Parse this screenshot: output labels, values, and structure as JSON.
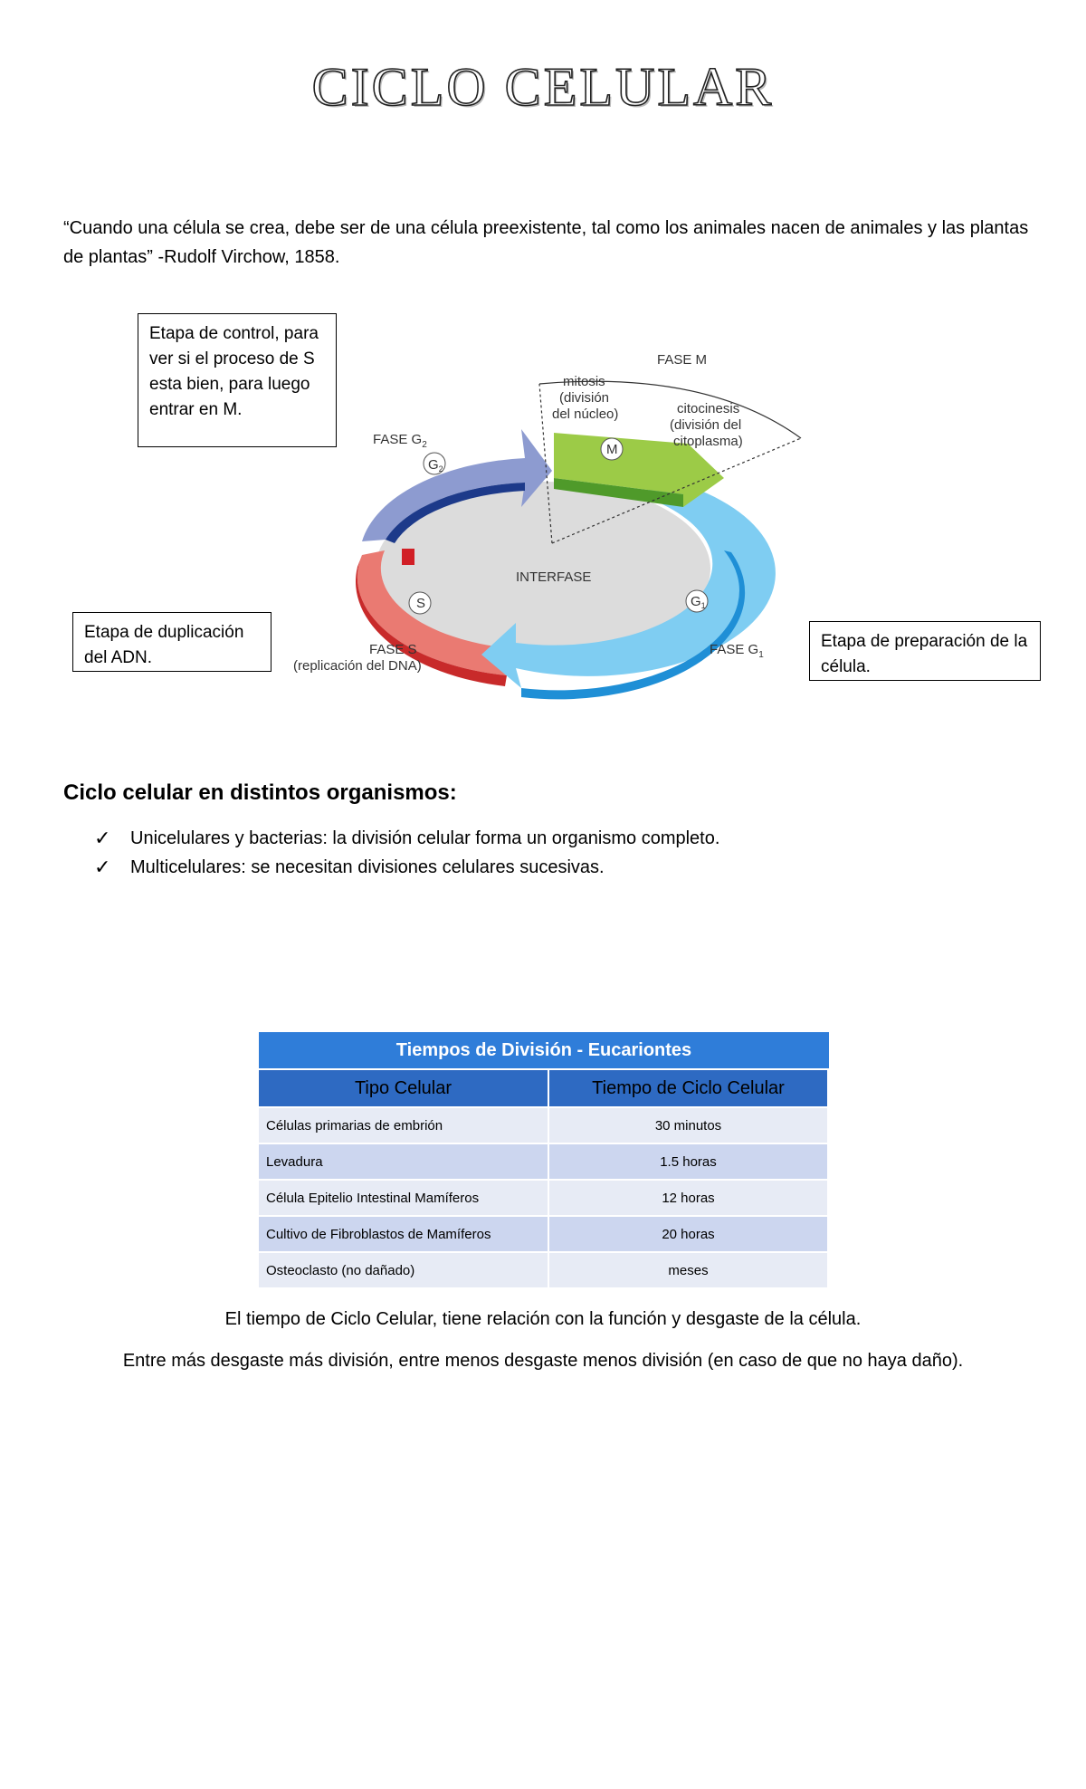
{
  "title": "CICLO CELULAR",
  "quote": "“Cuando una célula se crea, debe ser de una célula preexistente, tal como los animales nacen de animales y las plantas de plantas” -Rudolf Virchow, 1858.",
  "notes": {
    "control": "Etapa de control, para ver si el proceso de S esta bien, para luego entrar en M.",
    "duplication": "Etapa de duplicación del ADN.",
    "preparation": "Etapa de preparación de la célula."
  },
  "diagram": {
    "fase_m": "FASE M",
    "mitosis_1": "mitosis",
    "mitosis_2": "(división",
    "mitosis_3": "del núcleo)",
    "citocinesis_1": "citocinesis",
    "citocinesis_2": "(división del",
    "citocinesis_3": "citoplasma)",
    "fase_g2": "FASE G",
    "g2_sub": "2",
    "badge_g2": "G",
    "badge_g2_sub": "2",
    "badge_m": "M",
    "interfase": "INTERFASE",
    "badge_s": "S",
    "badge_g1": "G",
    "badge_g1_sub": "1",
    "fase_s": "FASE S",
    "fase_s_sub": "(replicación del DNA)",
    "fase_g1": "FASE G",
    "g1_sub": "1",
    "colors": {
      "g2": "#8d9bd0",
      "m": "#8cc63f",
      "g1": "#6cc4ee",
      "s": "#ea6f6a",
      "interfase": "#dcdcdc"
    }
  },
  "section": {
    "heading": "Ciclo celular en distintos organismos:",
    "items": [
      "Unicelulares y bacterias: la división celular forma un organismo completo.",
      "Multicelulares: se necesitan divisiones celulares sucesivas."
    ],
    "check_icon": "check-icon"
  },
  "table": {
    "title": "Tiempos de División - Eucariontes",
    "headers": [
      "Tipo Celular",
      "Tiempo de Ciclo Celular"
    ],
    "rows": [
      [
        "Células primarias de embrión",
        "30 minutos"
      ],
      [
        "Levadura",
        "1.5 horas"
      ],
      [
        "Célula Epitelio Intestinal Mamíferos",
        "12 horas"
      ],
      [
        "Cultivo de Fibroblastos de Mamíferos",
        "20 horas"
      ],
      [
        "Osteoclasto (no dañado)",
        "meses"
      ]
    ]
  },
  "captions": [
    "El tiempo de Ciclo Celular, tiene relación con la función y desgaste de la célula.",
    "Entre más desgaste más división, entre menos desgaste menos división (en caso de que no haya daño)."
  ]
}
